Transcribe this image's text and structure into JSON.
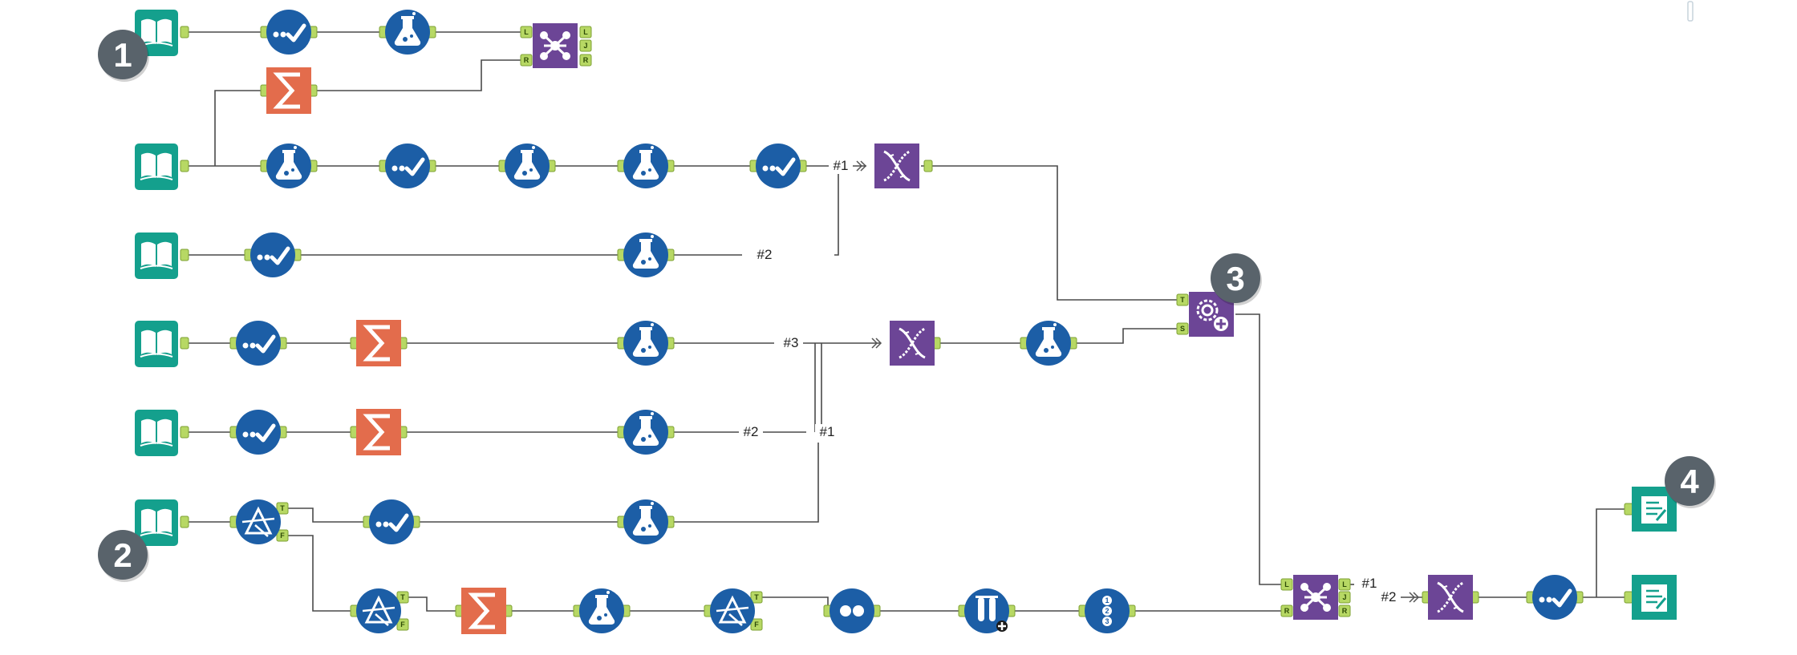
{
  "workflow": {
    "connection_labels": [
      "#1",
      "#2",
      "#3",
      "#2",
      "#1",
      "#1",
      "#2"
    ],
    "join_port_labels": [
      "L",
      "R",
      "L",
      "J",
      "R"
    ],
    "filter_port_labels": [
      "T",
      "F"
    ],
    "append_port_labels": [
      "T",
      "S"
    ],
    "markers": [
      "1",
      "2",
      "3",
      "4"
    ],
    "colors": {
      "input_teal": "#14a08d",
      "tool_blue": "#1c5ea6",
      "summarize_orange": "#e36c4c",
      "join_purple": "#6c4596",
      "marker_gray": "#59636b",
      "anchor_green": "#b7d864"
    }
  }
}
